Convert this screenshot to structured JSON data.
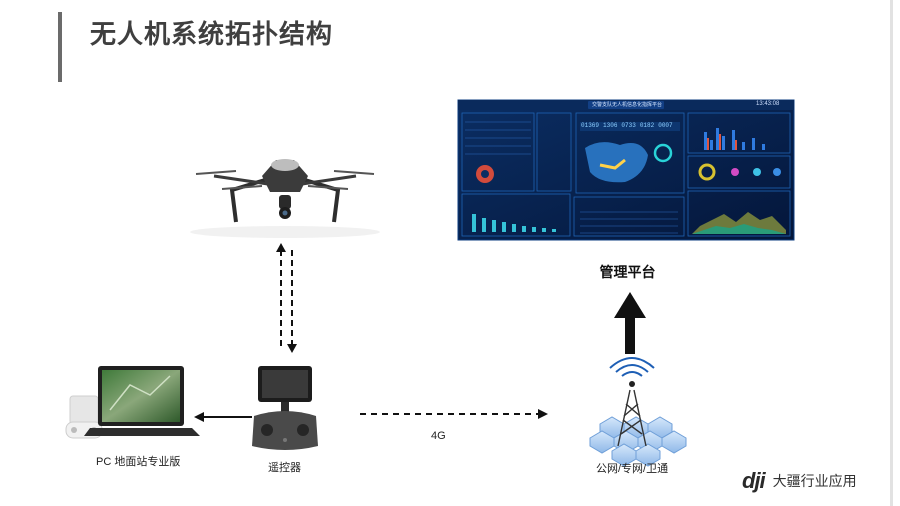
{
  "title": "无人机系统拓扑结构",
  "nodes": {
    "pc_station": "PC 地面站专业版",
    "remote_controller": "遥控器",
    "management_platform": "管理平台",
    "network": "公网/专网/卫通"
  },
  "links": {
    "rc_to_network": "4G"
  },
  "dashboard": {
    "header": "交警支队无人机信息化指挥平台",
    "numbers": [
      "01369",
      "1306",
      "0733",
      "0182",
      "0007"
    ],
    "time": "13:43:08"
  },
  "brand": {
    "logo": "dji",
    "text": "大疆行业应用"
  },
  "colors": {
    "title": "#3f3f3f",
    "arrow": "#111111",
    "dashboard_bg": "#06204a",
    "network_hex": "#9cc3ee"
  }
}
